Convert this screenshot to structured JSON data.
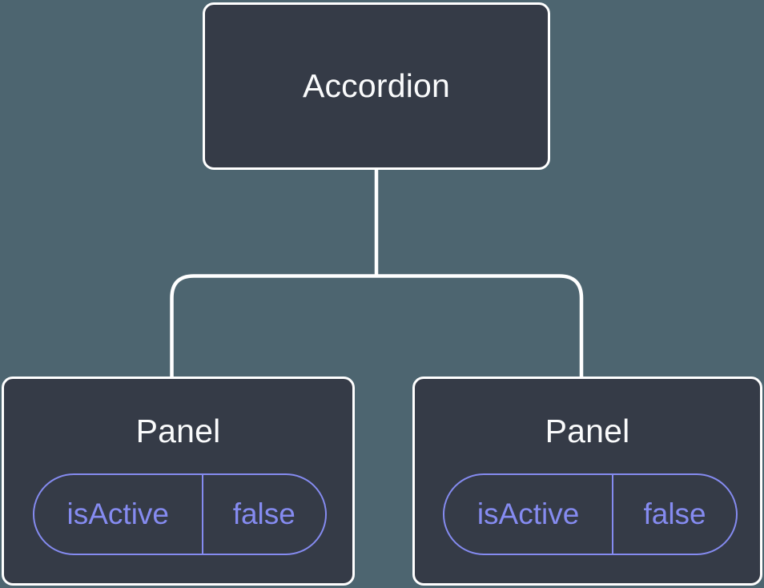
{
  "palette": {
    "background": "#4D6570",
    "node-fill": "#353B47",
    "node-border": "#FFFFFF",
    "state-accent": "#858BF0",
    "name-color": "#FAFBFC"
  },
  "tree": {
    "root": {
      "label": "Accordion"
    },
    "children": [
      {
        "label": "Panel",
        "state": {
          "key": "isActive",
          "value": "false"
        }
      },
      {
        "label": "Panel",
        "state": {
          "key": "isActive",
          "value": "false"
        }
      }
    ]
  }
}
